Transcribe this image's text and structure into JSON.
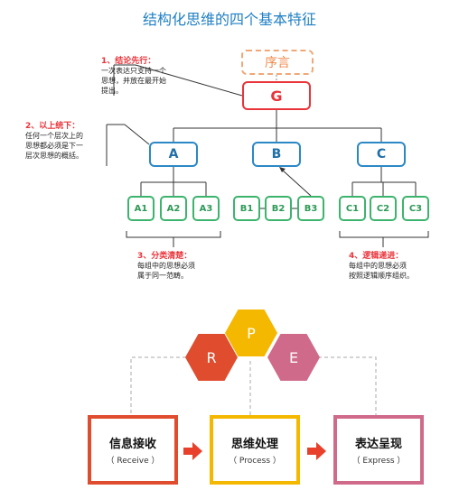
{
  "title": "结构化思维的四个基本特征",
  "tree": {
    "preface": "序言",
    "root": "G",
    "level1": [
      "A",
      "B",
      "C"
    ],
    "groupA": [
      "A1",
      "A2",
      "A3"
    ],
    "groupB": [
      "B1",
      "B2",
      "B3"
    ],
    "groupC": [
      "C1",
      "C2",
      "C3"
    ]
  },
  "notes": {
    "n1_title": "1、结论先行：",
    "n1_l1": "一次表达只支持一个",
    "n1_l2": "思想，并放在最开始",
    "n1_l3": "提出。",
    "n2_title": "2、以上统下：",
    "n2_l1": "任何一个层次上的",
    "n2_l2": "思想都必须是下一",
    "n2_l3": "层次思想的概括。",
    "n3_title": "3、分类清楚：",
    "n3_l1": "每组中的思想必须",
    "n3_l2": "属于同一范畴。",
    "n4_title": "4、逻辑递进：",
    "n4_l1": "每组中的思想必须",
    "n4_l2": "按照逻辑顺序组织。"
  },
  "hexes": {
    "r": "R",
    "p": "P",
    "e": "E"
  },
  "process": [
    {
      "main": "信息接收",
      "sub": "（ Receive ）",
      "color": "#e04c2e"
    },
    {
      "main": "思维处理",
      "sub": "（ Process ）",
      "color": "#f5b800"
    },
    {
      "main": "表达呈现",
      "sub": "（ Express ）",
      "color": "#d06a8a"
    }
  ],
  "colors": {
    "red": "#e8343a",
    "blue": "#2b88c6",
    "green": "#3db46d",
    "orange": "#f08a4b",
    "arrow": "#e8402a"
  }
}
